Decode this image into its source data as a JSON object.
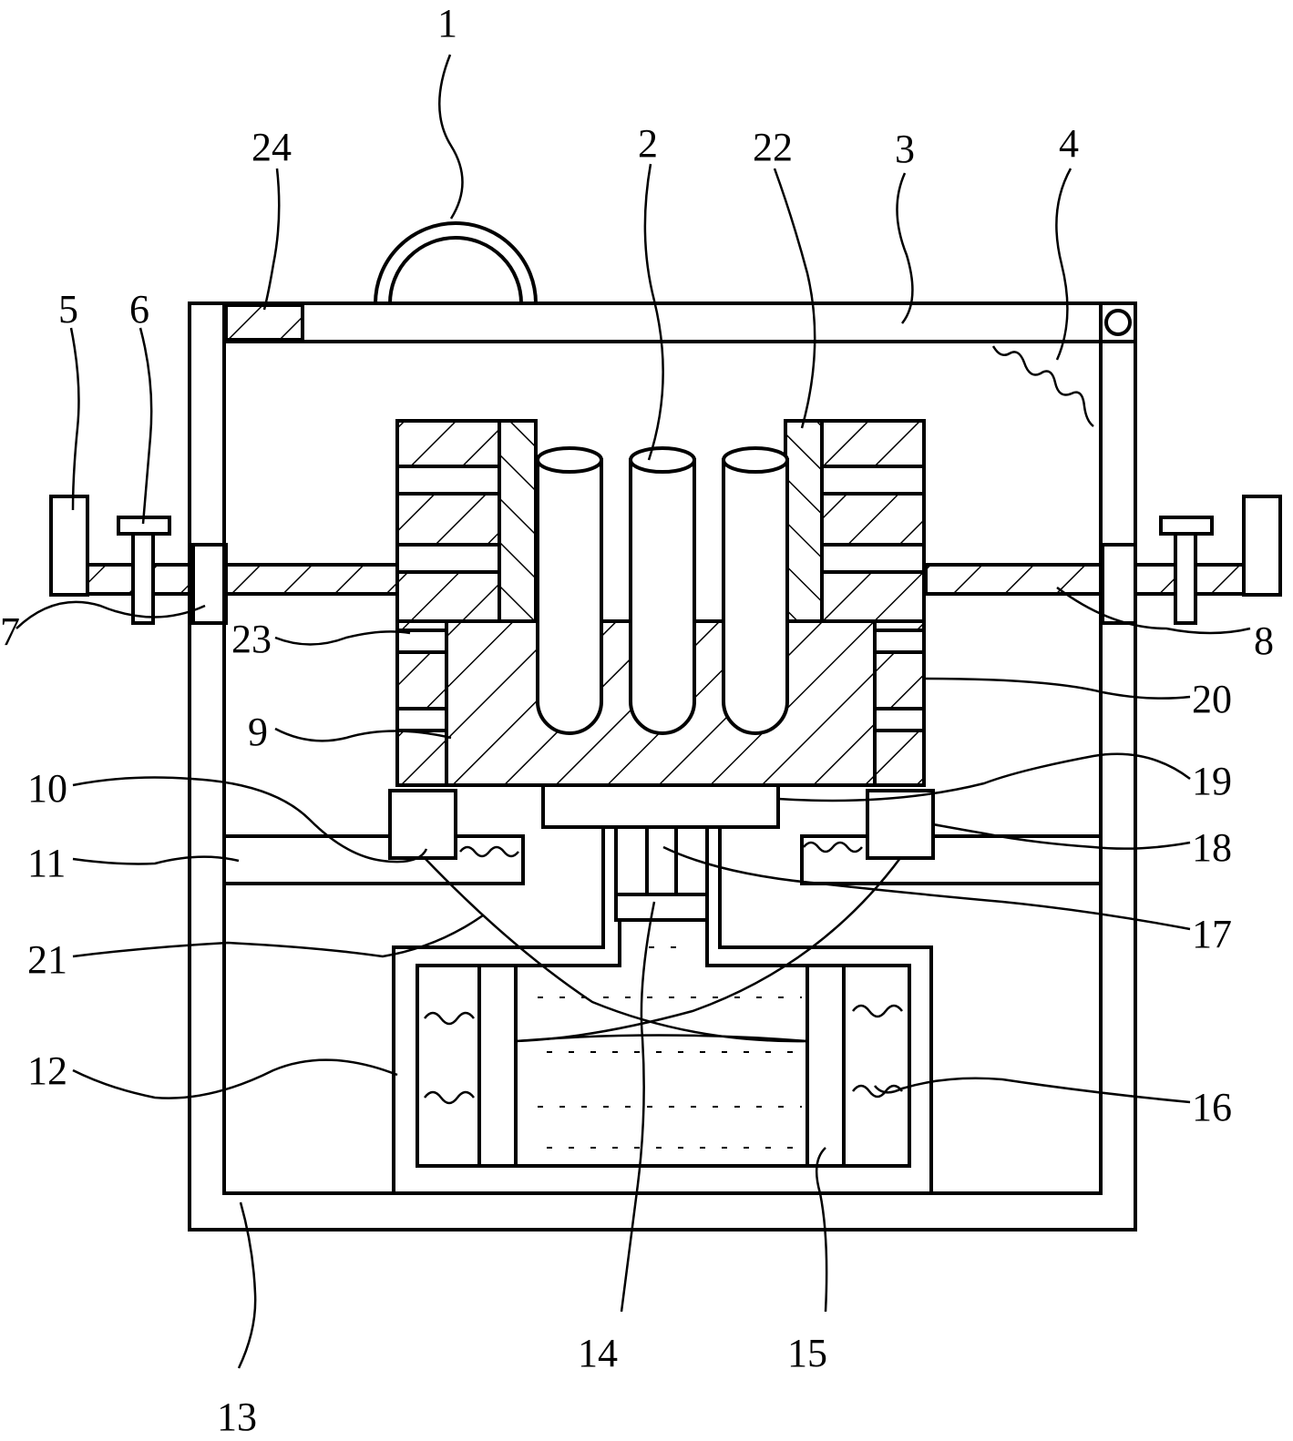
{
  "labels": {
    "l1": "1",
    "l2": "2",
    "l3": "3",
    "l4": "4",
    "l5": "5",
    "l6": "6",
    "l7": "7",
    "l8": "8",
    "l9": "9",
    "l10": "10",
    "l11": "11",
    "l12": "12",
    "l13": "13",
    "l14": "14",
    "l15": "15",
    "l16": "16",
    "l17": "17",
    "l18": "18",
    "l19": "19",
    "l20": "20",
    "l21": "21",
    "l22": "22",
    "l23": "23",
    "l24": "24"
  },
  "colors": {
    "line": "#000000",
    "background": "#ffffff"
  }
}
